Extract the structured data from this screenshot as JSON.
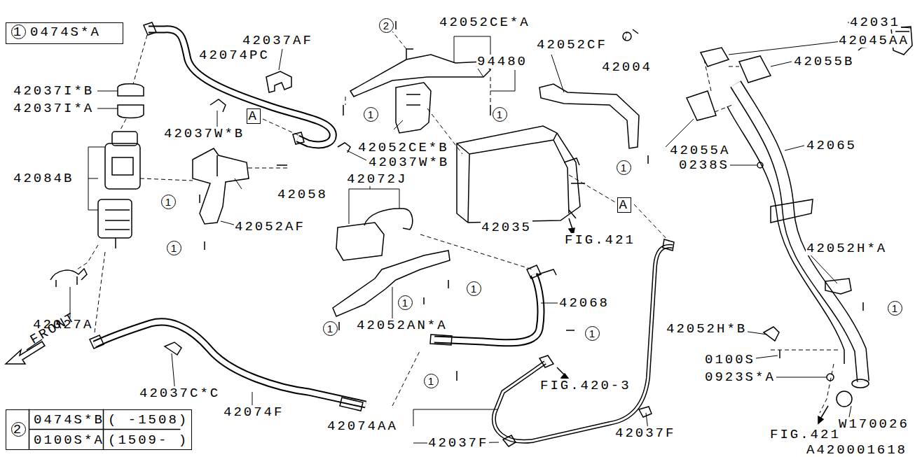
{
  "diagram": {
    "nodes": [
      {
        "text": [
          "1",
          "0474S*A"
        ]
      },
      {
        "text": [
          "2",
          "0474S*B",
          "( -1508)",
          "0100S*A",
          "(1509- )"
        ]
      },
      {
        "text": [
          "A"
        ]
      },
      {
        "text": [
          "A"
        ]
      }
    ],
    "labels": [
      "42074PC",
      "42037AF",
      "42052CE*A",
      "94480",
      "42052CF",
      "42031",
      "42004",
      "42045AA",
      "42055B",
      "42037I*B",
      "42037I*A",
      "42037W*B",
      "42052CE*B",
      "42037W*B",
      "42055A",
      "42065",
      "42084B",
      "42058",
      "42072J",
      "0238S",
      "42052AF",
      "42035",
      "FIG.421",
      "42052H*A",
      "42068",
      "42027A",
      "42052AN*A",
      "42052H*B",
      "0100S",
      "0923S*A",
      "FIG.420-3",
      "42037C*C",
      "42074F",
      "42074AA",
      "42037F",
      "42037F",
      "W170026",
      "FIG.421",
      "A420001618",
      "FRONT",
      "1",
      "1",
      "1",
      "1",
      "1",
      "1",
      "1",
      "1",
      "1",
      "1",
      "1",
      "2"
    ]
  }
}
